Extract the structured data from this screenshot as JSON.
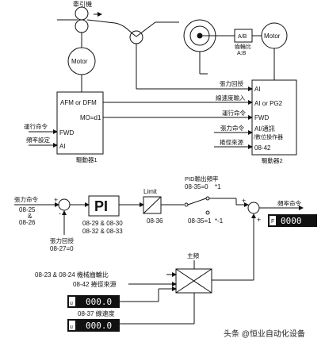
{
  "top": {
    "traction_machine": "牽引機",
    "motor_left": "Motor",
    "motor_right": "Motor",
    "ab_box": "A/B",
    "ratio_label": "齒輪比",
    "ratio_ab": "A:B",
    "drive1_afm": "AFM or DFM",
    "drive1_mo": "MO=d1",
    "drive1_fwd": "FWD",
    "drive1_ai": "AI",
    "drive1_name": "驅動器1",
    "input_run_cmd_1": "運行命令",
    "input_freq_setting": "頻率設定",
    "drive2_tension_fb": "張力回授",
    "drive2_ai": "AI",
    "drive2_line_speed_in": "線速度輸入",
    "drive2_ai_pg2": "AI or PG2",
    "drive2_run_cmd": "運行命令",
    "drive2_fwd": "FWD",
    "drive2_tension_cmd": "張力命令",
    "drive2_ai_keypad": "AI/通訊",
    "drive2_keypad": "/數位操作器",
    "drive2_reel_src": "捲徑來源",
    "drive2_0842": "08-42",
    "drive2_name": "驅動器2"
  },
  "bottom": {
    "tension_cmd": "張力命令",
    "p0825": "08-25",
    "amp": "&",
    "p0826": "08-26",
    "plus": "+",
    "minus": "-",
    "tension_fb": "張力回授",
    "p0827": "08-27=0",
    "pi_label": "PI",
    "pi_line1": "08-29 & 08-30",
    "pi_line2": "08-32 & 08-33",
    "limit_label": "Limit",
    "p0836": "08-36",
    "pid_out_freq": "PID輸出頻率",
    "p0835_0": "08-35=0",
    "mult_plus1": "*1",
    "p0835_1": "08-35=1",
    "mult_minus1": "*-1",
    "freq_cmd": "頻率命令",
    "disp_f_tag": "F",
    "disp_f_value": "0000",
    "master_freq": "主頻",
    "mech_gear_a": "08-23 & 08-24 機械齒輪比",
    "reel_src_a": "08-42 捲徑來源",
    "disp_u1_tag": "u",
    "disp_u1_value": "000.0",
    "line_speed_a": "08-37 線速度",
    "disp_u2_tag": "u",
    "disp_u2_value": "000.0"
  },
  "watermark": "头条 @恒业自动化设备"
}
